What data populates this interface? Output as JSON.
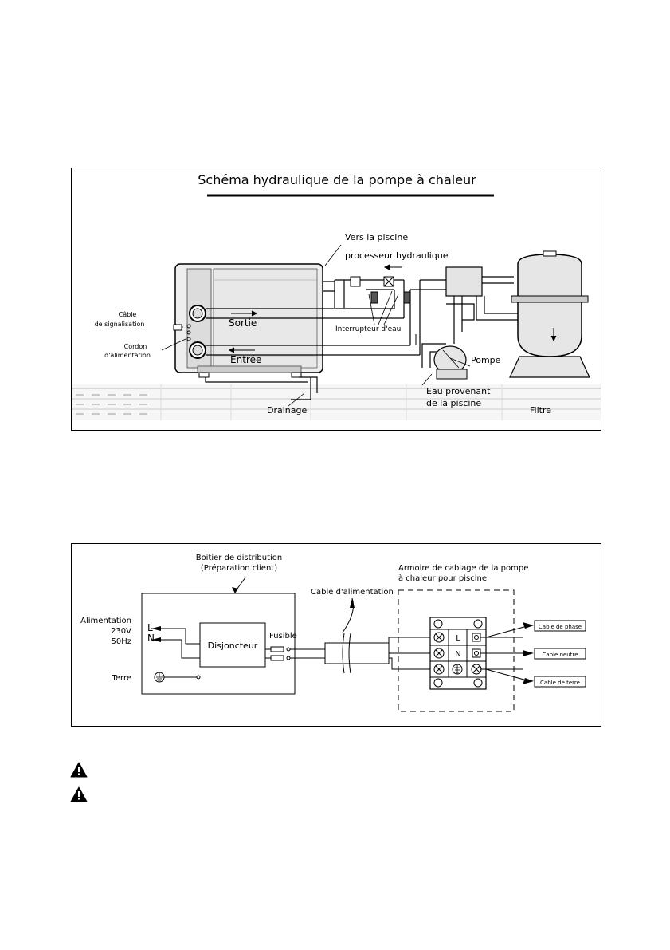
{
  "hydraulic": {
    "title": "Schéma hydraulique de la pompe à chaleur",
    "labels": {
      "vers_piscine": "Vers la piscine",
      "processeur": "processeur hydraulique",
      "cable_signal_1": "Câble",
      "cable_signal_2": "de signalisation",
      "cordon_1": "Cordon",
      "cordon_2": "d'alimentation",
      "sortie": "Sortie",
      "entree": "Entrée",
      "interrupteur": "Interrupteur d'eau",
      "pompe": "Pompe",
      "eau_1": "Eau provenant",
      "eau_2": "de la piscine",
      "drainage": "Drainage",
      "filtre": "Filtre"
    }
  },
  "electrical": {
    "labels": {
      "boitier_1": "Boitier de distribution",
      "boitier_2": "(Préparation client)",
      "armoire_1": "Armoire de cablage de la pompe",
      "armoire_2": "à chaleur pour piscine",
      "cable_alim": "Cable d'alimentation",
      "alimentation": "Alimentation",
      "voltage": "230V",
      "freq": "50Hz",
      "L": "L",
      "N": "N",
      "terre": "Terre",
      "disjoncteur": "Disjoncteur",
      "fusible": "Fusible",
      "cable_phase": "Cable de phase",
      "cable_neutre": "Cable neutre",
      "cable_terre": "Cable de terre",
      "term_L": "L",
      "term_N": "N"
    }
  },
  "warnings": {
    "count": 2,
    "icon": "warning-triangle-icon"
  }
}
